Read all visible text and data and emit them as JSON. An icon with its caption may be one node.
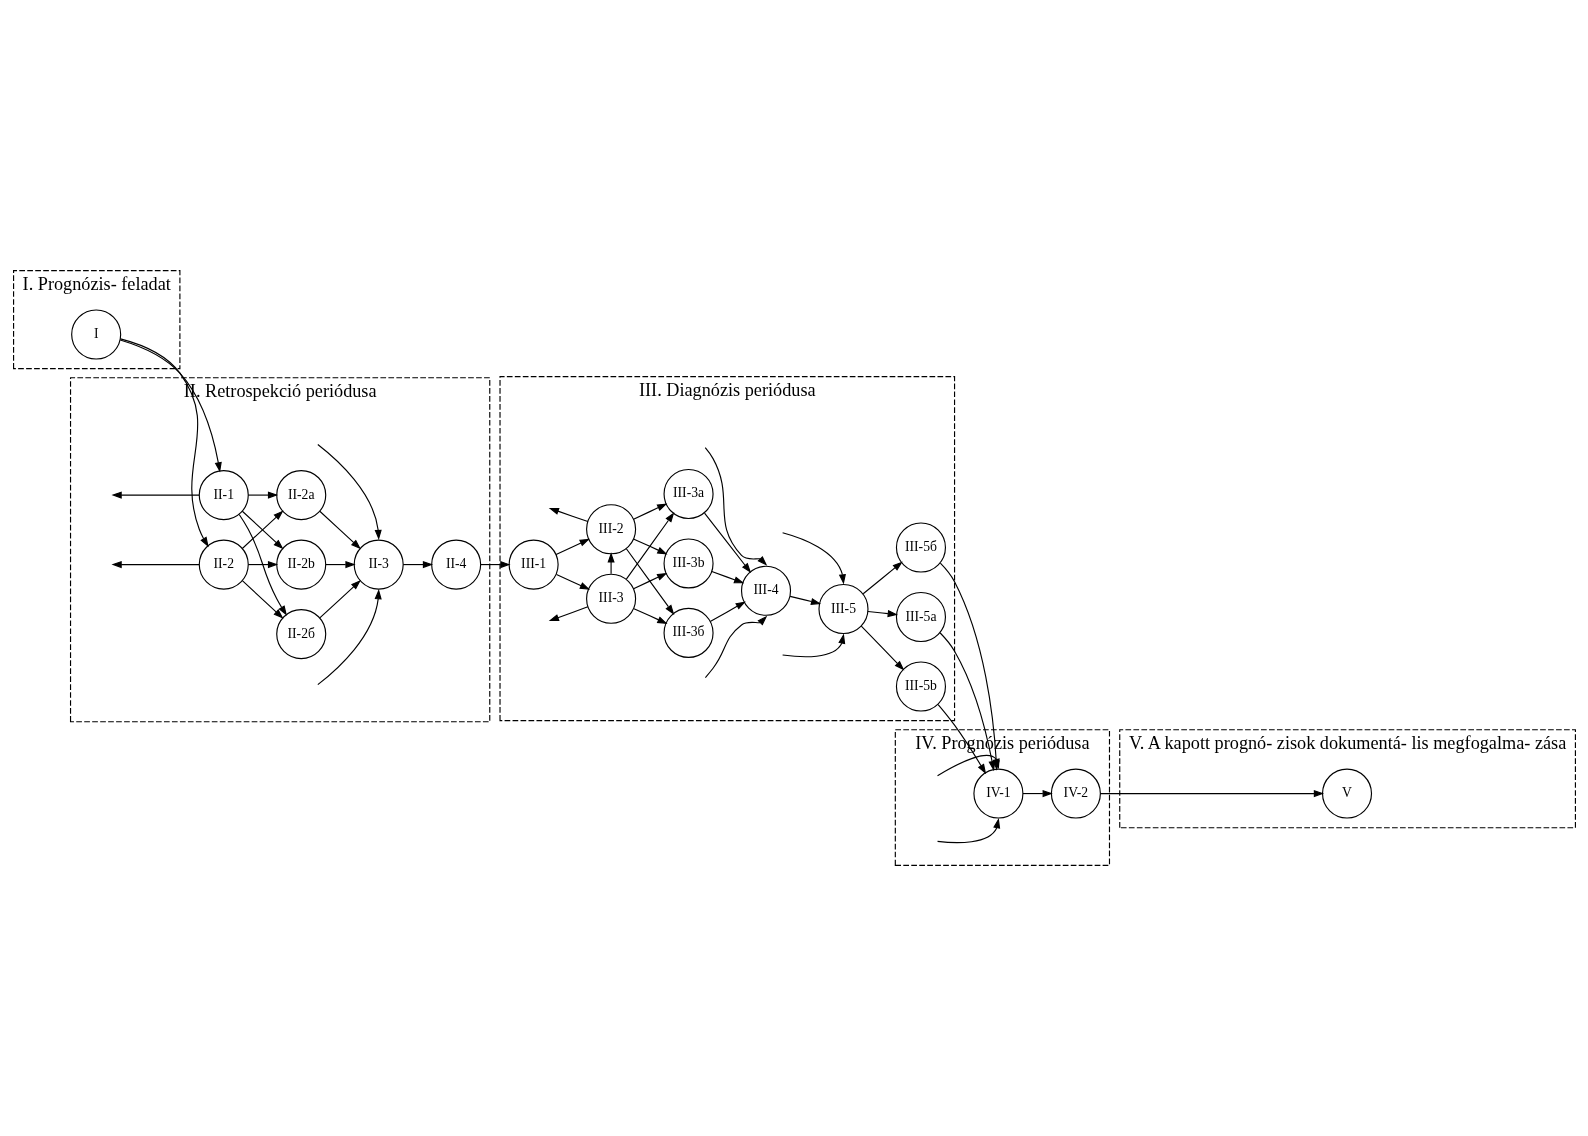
{
  "diagram": {
    "nodes": [
      {
        "text": [
          "I. Prognózis- feladat"
        ]
      },
      {
        "text": [
          "II. Retrospekció periódusa"
        ]
      },
      {
        "text": [
          "III. Diagnózis periódusa"
        ]
      },
      {
        "text": [
          "IV. Prognózis periódusa"
        ]
      },
      {
        "text": [
          "V. A kapott prognó- zisok dokumentá- lis megfogalma- zása"
        ]
      },
      {
        "text": [
          "I"
        ],
        "in": 0
      },
      {
        "text": [
          "II-1"
        ],
        "in": 1
      },
      {
        "text": [
          "II-2a"
        ],
        "in": 1
      },
      {
        "text": [
          "II-2б"
        ],
        "in": 1
      },
      {
        "text": [
          "II-2b"
        ],
        "in": 1
      },
      {
        "text": [
          "II-2"
        ],
        "in": 1
      },
      {
        "text": [
          "II-3"
        ],
        "in": 1
      },
      {
        "text": [
          "II-4"
        ],
        "in": 1
      },
      {
        "text": [
          "III-2"
        ],
        "in": 2
      },
      {
        "text": [
          "III-3a"
        ],
        "in": 2
      },
      {
        "text": [
          "III-1"
        ],
        "in": 2
      },
      {
        "text": [
          "III-3б"
        ],
        "in": 2
      },
      {
        "text": [
          "III-4"
        ],
        "in": 2
      },
      {
        "text": [
          "III-5"
        ],
        "in": 2
      },
      {
        "text": [
          "III-3b"
        ],
        "in": 2
      },
      {
        "text": [
          "III-3"
        ],
        "in": 2
      },
      {
        "text": [
          "III-5a"
        ],
        "in": 2
      },
      {
        "text": [
          "III-5б"
        ],
        "in": 2
      },
      {
        "text": [
          "III-5b"
        ],
        "in": 2
      },
      {
        "text": [
          "IV-1"
        ],
        "in": 3
      },
      {
        "text": [
          "IV-2"
        ],
        "in": 3
      },
      {
        "text": [
          "V"
        ],
        "in": 4
      }
    ],
    "edges": [
      {
        "from": 5,
        "to": 6,
        "arrow": "to"
      },
      {
        "from": 5,
        "to": 10,
        "arrow": "to"
      },
      {
        "from": 6,
        "to": 7,
        "arrow": "to"
      },
      {
        "from": 6,
        "to": 8,
        "arrow": "to"
      },
      {
        "from": 6,
        "to": 9,
        "arrow": "to"
      },
      {
        "from": 6,
        "to": null,
        "arrow": "to"
      },
      {
        "from": 10,
        "to": 7,
        "arrow": "to"
      },
      {
        "from": 10,
        "to": 8,
        "arrow": "to"
      },
      {
        "from": 10,
        "to": 9,
        "arrow": "to"
      },
      {
        "from": 10,
        "to": null,
        "arrow": "to"
      },
      {
        "from": 7,
        "to": 11,
        "arrow": "to"
      },
      {
        "from": 8,
        "to": 11,
        "arrow": "to"
      },
      {
        "from": 9,
        "to": 11,
        "arrow": "to"
      },
      {
        "from": null,
        "to": 11,
        "arrow": "to"
      },
      {
        "from": null,
        "to": 11,
        "arrow": "to"
      },
      {
        "from": 11,
        "to": 12,
        "arrow": "to"
      },
      {
        "from": 12,
        "to": 15,
        "arrow": "to"
      },
      {
        "from": 15,
        "to": 13,
        "arrow": "to"
      },
      {
        "from": 15,
        "to": 20,
        "arrow": "to"
      },
      {
        "from": 13,
        "to": 14,
        "arrow": "to"
      },
      {
        "from": 13,
        "to": 16,
        "arrow": "to"
      },
      {
        "from": 13,
        "to": 19,
        "arrow": "to"
      },
      {
        "from": 13,
        "to": null,
        "arrow": "to"
      },
      {
        "from": 20,
        "to": 13,
        "arrow": "to"
      },
      {
        "from": 20,
        "to": 14,
        "arrow": "to"
      },
      {
        "from": 20,
        "to": 16,
        "arrow": "to"
      },
      {
        "from": 20,
        "to": 19,
        "arrow": "to"
      },
      {
        "from": 20,
        "to": null,
        "arrow": "to"
      },
      {
        "from": 14,
        "to": 17,
        "arrow": "to"
      },
      {
        "from": 16,
        "to": 17,
        "arrow": "to"
      },
      {
        "from": 19,
        "to": 17,
        "arrow": "to"
      },
      {
        "from": null,
        "to": 17,
        "arrow": "to"
      },
      {
        "from": null,
        "to": 17,
        "arrow": "to"
      },
      {
        "from": 17,
        "to": 18,
        "arrow": "to"
      },
      {
        "from": null,
        "to": 18,
        "arrow": "to"
      },
      {
        "from": null,
        "to": 18,
        "arrow": "to"
      },
      {
        "from": 18,
        "to": 21,
        "arrow": "to"
      },
      {
        "from": 18,
        "to": 22,
        "arrow": "to"
      },
      {
        "from": 18,
        "to": 23,
        "arrow": "to"
      },
      {
        "from": 21,
        "to": 24,
        "arrow": "to"
      },
      {
        "from": 22,
        "to": 24,
        "arrow": "to"
      },
      {
        "from": 23,
        "to": 24,
        "arrow": "to"
      },
      {
        "from": null,
        "to": 24,
        "arrow": "to"
      },
      {
        "from": null,
        "to": 24,
        "arrow": "to"
      },
      {
        "from": 24,
        "to": 25,
        "arrow": "to"
      },
      {
        "from": 25,
        "to": 26,
        "arrow": "to"
      }
    ]
  }
}
